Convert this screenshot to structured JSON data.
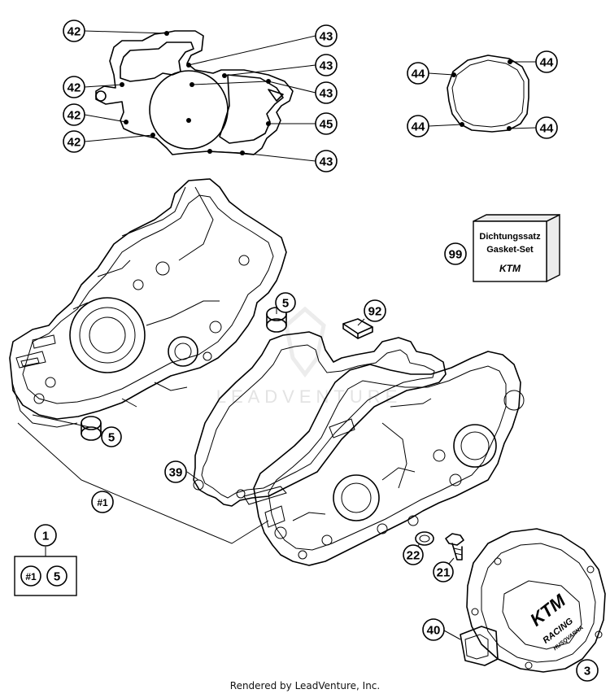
{
  "callouts": [
    {
      "label": "42"
    },
    {
      "label": "42"
    },
    {
      "label": "42"
    },
    {
      "label": "42"
    },
    {
      "label": "43"
    },
    {
      "label": "43"
    },
    {
      "label": "43"
    },
    {
      "label": "43"
    },
    {
      "label": "45"
    },
    {
      "label": "44"
    },
    {
      "label": "44"
    },
    {
      "label": "44"
    },
    {
      "label": "44"
    },
    {
      "label": "99"
    },
    {
      "label": "5"
    },
    {
      "label": "92"
    },
    {
      "label": "5"
    },
    {
      "label": "#1"
    },
    {
      "label": "39"
    },
    {
      "label": "1"
    },
    {
      "label": "#1"
    },
    {
      "label": "5"
    },
    {
      "label": "22"
    },
    {
      "label": "21"
    },
    {
      "label": "40"
    },
    {
      "label": "3"
    }
  ],
  "gasket_set_box": {
    "line1": "Dichtungssatz",
    "line2": "Gasket-Set",
    "logo": "KTM"
  },
  "ignition_cover": {
    "logo": "KTM",
    "sub1": "RACING",
    "sub2": "HUSQVARNA"
  },
  "watermark": "LEADVENTURE",
  "footer": "Rendered by LeadVenture, Inc."
}
